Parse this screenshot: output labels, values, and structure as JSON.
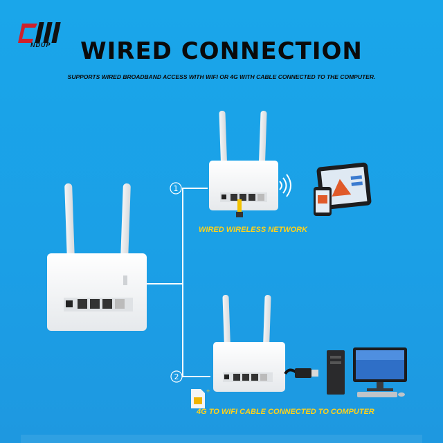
{
  "brand": {
    "logo_text": "NDUP",
    "logo_color": "#d0202a"
  },
  "title": "WIRED CONNECTION",
  "subtitle": "SUPPORTS WIRED BROADBAND ACCESS WITH WIFI OR 4G WITH CABLE CONNECTED TO THE COMPUTER.",
  "steps": [
    {
      "marker": "①",
      "label": "WIRED WIRELESS NETWORK"
    },
    {
      "marker": "②",
      "label": "4G TO WIFI CABLE CONNECTED TO COMPUTER"
    }
  ],
  "colors": {
    "background": "#1aa6ea",
    "label": "#ffd21a",
    "line": "#ffffff"
  }
}
